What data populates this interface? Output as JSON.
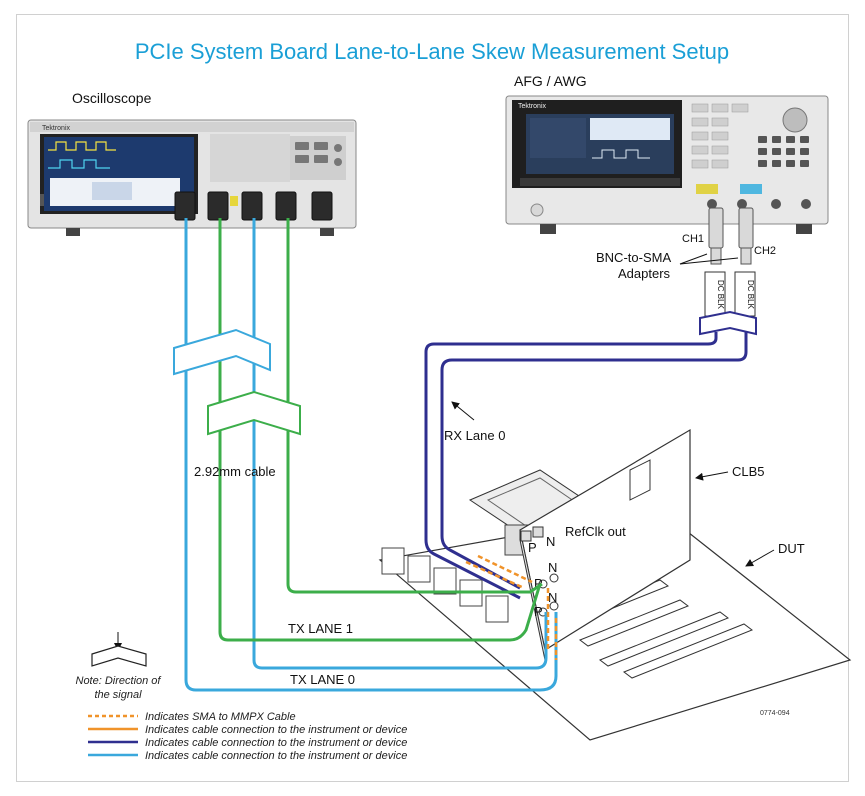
{
  "title": "PCIe System Board Lane-to-Lane Skew Measurement Setup",
  "labels": {
    "oscilloscope": "Oscilloscope",
    "afg": "AFG / AWG",
    "ch1": "CH1",
    "ch2": "CH2",
    "adapters_line1": "BNC-to-SMA",
    "adapters_line2": "Adapters",
    "dc_blk": "DC BLK",
    "rx_lane": "RX Lane 0",
    "cable": "2.92mm cable",
    "clb": "CLB5",
    "dut": "DUT",
    "refclk": "RefClk out",
    "p": "P",
    "n": "N",
    "tx_lane1": "TX LANE 1",
    "tx_lane0": "TX LANE 0",
    "part_no": "0774-094",
    "scope_brand": "Tektronix",
    "afg_brand": "Tektronix"
  },
  "direction_note": {
    "line1": "Note: Direction of",
    "line2": "the signal"
  },
  "legend": [
    {
      "text": "Indicates SMA to MMPX Cable",
      "color": "#f0932a",
      "style": "dashed"
    },
    {
      "text": "Indicates cable connection to the instrument or device",
      "color": "#f0932a",
      "style": "solid"
    },
    {
      "text": "Indicates cable connection to the instrument or device",
      "color": "#2f2f8f",
      "style": "solid"
    },
    {
      "text": "Indicates cable connection to the instrument or device",
      "color": "#3aa8dc",
      "style": "solid"
    }
  ],
  "colors": {
    "title": "#1a9fd6",
    "green": "#3cae4a",
    "lightblue": "#3aa8dc",
    "navy": "#2f2f8f",
    "orange": "#f0932a"
  }
}
